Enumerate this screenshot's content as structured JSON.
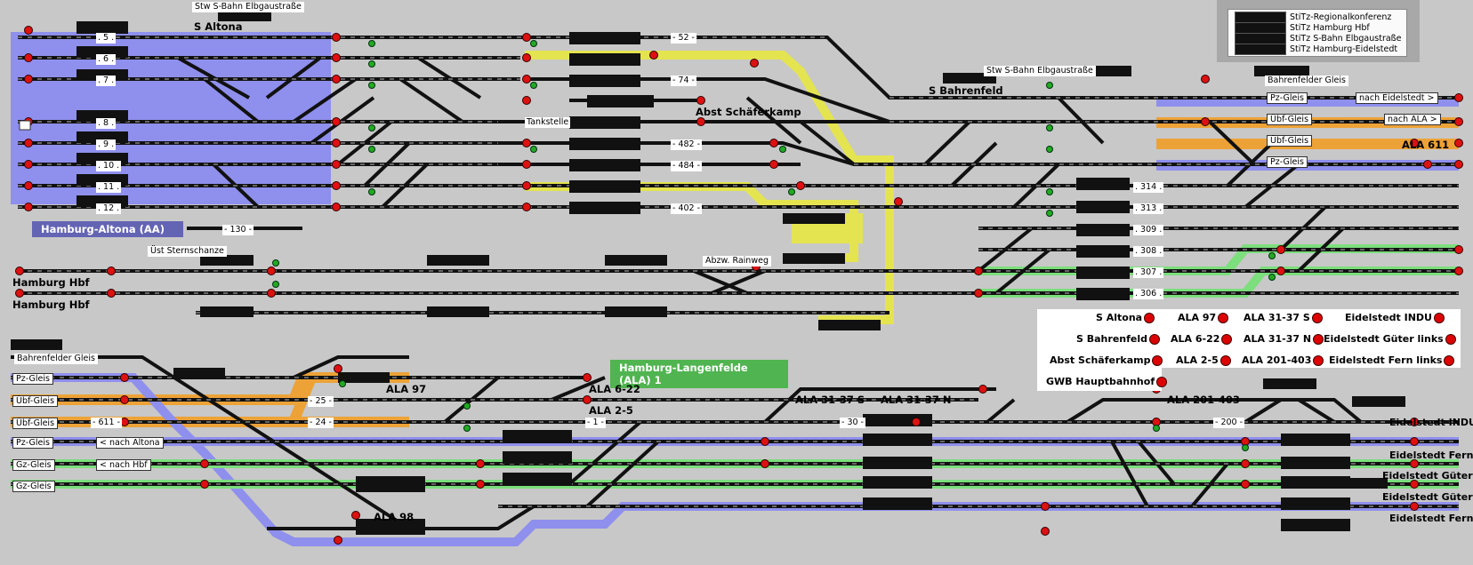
{
  "colors": {
    "background": "#c8c8c8",
    "track": "#111111",
    "track_dash": "#9a9a9a",
    "route_blue": "#8c8cf0",
    "route_orange": "#f0a030",
    "route_green": "#78e078",
    "route_yellow": "#e6e64a",
    "signal_red": "#dd1111",
    "signal_green": "#22aa22",
    "station_box_blue": "#6464b4",
    "station_box_green": "#50b450"
  },
  "legend": {
    "items": [
      {
        "label": "StiTz-Regionalkonferenz"
      },
      {
        "label": "StiTz Hamburg Hbf"
      },
      {
        "label": "StiTz S-Bahn Elbgaustraße"
      },
      {
        "label": "StiTz Hamburg-Eidelstedt"
      }
    ]
  },
  "stations": {
    "altona_box": "Hamburg-Altona (AA)",
    "langenfelde_box": "Hamburg-Langenfelde (ALA) 1",
    "s_altona": "S Altona",
    "s_bahrenfeld": "S Bahrenfeld",
    "abst_schaeferkamp": "Abst Schäferkamp",
    "stw_elbgau_top": "Stw S-Bahn Elbgaustraße",
    "stw_elbgau_mid": "Stw S-Bahn Elbgaustraße",
    "ust_sternschanze": "Üst Sternschanze",
    "abzw_rainweg": "Abzw. Rainweg",
    "tankstelle": "Tankstelle",
    "hamburg_hbf_1": "Hamburg Hbf",
    "hamburg_hbf_2": "Hamburg Hbf",
    "bahrenfelder_gleis_top": "Bahrenfelder Gleis",
    "bahrenfelder_gleis_bottom": "Bahrenfelder Gleis",
    "ala_97": "ALA 97",
    "ala_6_22": "ALA 6-22",
    "ala_2_5": "ALA 2-5",
    "ala_31_37_s": "ALA 31-37 S",
    "ala_31_37_n": "ALA 31-37 N",
    "ala_201_403": "ALA 201-403",
    "ala_98": "ALA 98",
    "eidelstedt_indu": "Eidelstedt INDU",
    "eidelstedt_fern_1": "Eidelstedt Fern",
    "eidelstedt_gueter_1": "Eidelstedt Güter",
    "eidelstedt_gueter_2": "Eidelstedt Güter",
    "eidelstedt_fern_2": "Eidelstedt Fern",
    "ala_611": "ALA 611"
  },
  "track_labels": {
    "altona": [
      ". 5 .",
      ". 6 .",
      ". 7 .",
      ". 8 .",
      ". 9 .",
      ". 10 .",
      ". 11 .",
      ". 12 ."
    ],
    "altona_130": "- 130 -",
    "mid": [
      "- 52 -",
      "- 74 -",
      "- 482 -",
      "- 484 -",
      "- 402 -"
    ],
    "right": [
      ". 314 .",
      ". 313 .",
      ". 309 .",
      ". 308 .",
      ". 307 .",
      ". 306 ."
    ],
    "ala_mid": [
      "- 25 -",
      "- 24 -",
      "- 611 -",
      "- 1 -",
      "- 30 -",
      "- 200 -"
    ]
  },
  "right_gleis": {
    "pz": "Pz-Gleis",
    "uebf1": "Übf-Gleis",
    "uebf2": "Übf-Gleis",
    "pz2": "Pz-Gleis",
    "nach_eidelstedt": "nach Eidelstedt >",
    "nach_ala": "nach ALA >"
  },
  "left_gleis": {
    "pz": "Pz-Gleis",
    "uebf1": "Übf-Gleis",
    "uebf2": "Übf-Gleis",
    "pz2": "Pz-Gleis",
    "gz1": "Gz-Gleis",
    "gz2": "Gz-Gleis",
    "nach_altona": "< nach Altona",
    "nach_hbf": "< nach Hbf"
  },
  "control_panel": {
    "col1": [
      "S Altona",
      "S Bahrenfeld",
      "Abst Schäferkamp",
      "GWB Hauptbahnhof"
    ],
    "col2": [
      "ALA 97",
      "ALA 6-22",
      "ALA 2-5"
    ],
    "col3": [
      "ALA 31-37 S",
      "ALA 31-37 N",
      "ALA 201-403"
    ],
    "col4": [
      "Eidelstedt INDU",
      "Eidelstedt Güter links",
      "Eidelstedt Fern links"
    ]
  }
}
